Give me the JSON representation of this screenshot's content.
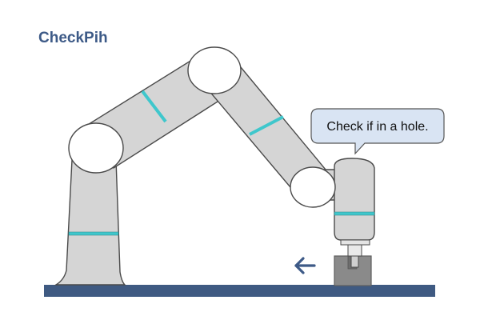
{
  "header": {
    "title": "CheckPih"
  },
  "speech_bubble": {
    "text": "Check if in a hole."
  },
  "arrow": {
    "direction": "left"
  },
  "colors": {
    "title": "#3d5a87",
    "arm_fill": "#d5d5d5",
    "arm_stroke": "#4a4a4a",
    "joint_fill": "#ffffff",
    "accent_ring": "#3fc7cc",
    "table": "#3f5a82",
    "arrow": "#3d5a87",
    "hole_block": "#8a8a8a",
    "bubble_fill": "#d9e4f3",
    "bubble_stroke": "#555555"
  }
}
